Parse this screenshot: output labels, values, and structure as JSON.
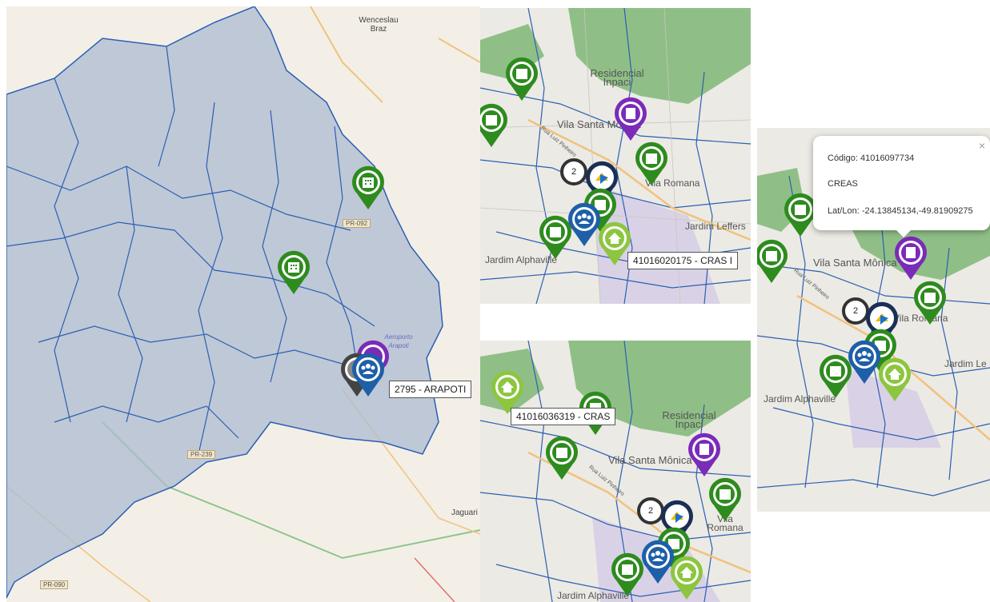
{
  "colors": {
    "health": "#2e8b1e",
    "creas": "#7a2bb8",
    "cras": "#1e5fa8",
    "housing": "#8cc63f",
    "admin": "#1b2f55"
  },
  "main_map": {
    "places": {
      "wenceslau": "Wenceslau\nBraz",
      "jaguari": "Jaguari"
    },
    "roads": {
      "pr092": "PR-092",
      "pr239": "PR-239",
      "pr090": "PR-090"
    },
    "airport": "Aeroporto\nArapoti",
    "tooltip": "2795 - ARAPOTI"
  },
  "panel_top": {
    "tooltip": "41016020175 - CRAS I",
    "cluster_count": "2",
    "labels": {
      "residencial": "Residencial\nInpaci",
      "vila_santa": "Vila Santa Mônica",
      "vila_romana": "Vila Romana",
      "jardim_leffers": "Jardim Leffers",
      "jardim_alphaville": "Jardim Alphaville",
      "rua": "Rua Luiz Pinheiro"
    }
  },
  "panel_bottom": {
    "tooltip": "41016036319 - CRAS",
    "cluster_count": "2",
    "labels": {
      "residencial": "Residencial\nInpaci",
      "vila_santa": "Vila Santa Mônica",
      "vila_romana": "Vila Romana",
      "jardim_alphaville": "Jardim Alphaville",
      "rua": "Rua Luiz Pinheiro"
    }
  },
  "panel_right": {
    "cluster_count": "2",
    "popup": {
      "codigo": "Código: 41016097734",
      "tipo": "CREAS",
      "latlon": "Lat/Lon: -24.13845134,-49.81909275",
      "close": "×"
    },
    "labels": {
      "vila_santa": "Vila Santa Mônica",
      "vila_romana": "Vila Romana",
      "jardim_le": "Jardim Le",
      "jardim_alphaville": "Jardim Alphaville",
      "rua": "Rua Luiz Pinheiro"
    }
  },
  "icons": [
    "hospital-icon",
    "people-icon",
    "house-icon",
    "building-icon",
    "creas-icon"
  ]
}
